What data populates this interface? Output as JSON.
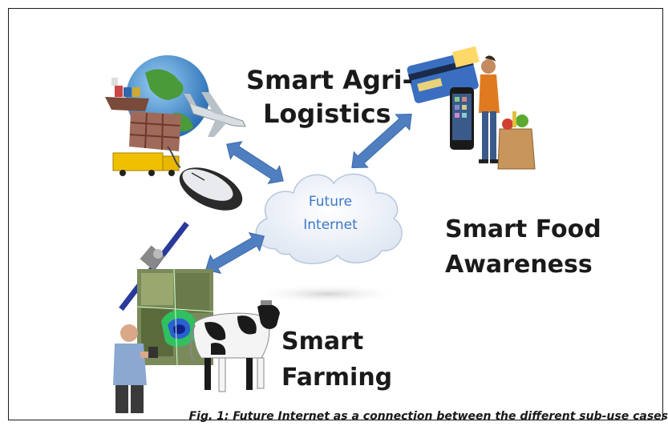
{
  "diagram": {
    "labels": {
      "agri_line1": "Smart Agri-",
      "agri_line2": "Logistics",
      "food_line1": "Smart Food",
      "food_line2": "Awareness",
      "farm_line1": "Smart",
      "farm_line2": "Farming"
    },
    "center": {
      "line1": "Future",
      "line2": "Internet"
    },
    "caption": "Fig. 1: Future Internet as a connection between the different sub-use cases"
  },
  "colors": {
    "arrow": "#4f7fc0",
    "cloud_text": "#3a78c8",
    "text": "#1a1a1a"
  }
}
